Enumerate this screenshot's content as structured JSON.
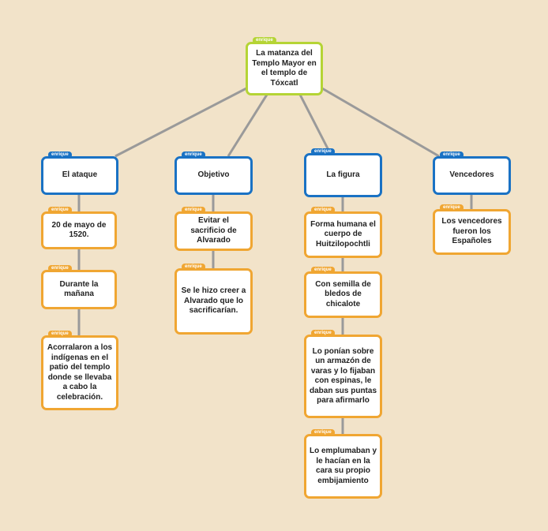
{
  "tag_text": "enrique",
  "colors": {
    "background": "#f2e3c9",
    "root_border": "#b5d435",
    "category_border": "#1a72c4",
    "leaf_border": "#f0a632",
    "connector": "#9a9a9a"
  },
  "root": {
    "text": "La matanza del Templo Mayor en el templo de Tóxcatl"
  },
  "branches": [
    {
      "title": "El ataque",
      "children": [
        "20 de mayo de 1520.",
        "Durante la mañana",
        "Acorralaron a los indígenas en el patio del templo donde se llevaba a cabo la celebración."
      ]
    },
    {
      "title": "Objetivo",
      "children": [
        "Evitar el sacrificio de Alvarado",
        "Se le hizo creer a Alvarado que lo sacrificarían."
      ]
    },
    {
      "title": "La figura",
      "children": [
        "Forma humana el cuerpo de Huitzilopochtli",
        "Con semilla de bledos de chicalote",
        "Lo ponían sobre un armazón de varas y lo fijaban con espinas, le daban sus puntas para afirmarlo",
        "Lo emplumaban y le hacían en la cara su propio embijamiento"
      ]
    },
    {
      "title": "Vencedores",
      "children": [
        "Los vencedores fueron los Españoles"
      ]
    }
  ]
}
